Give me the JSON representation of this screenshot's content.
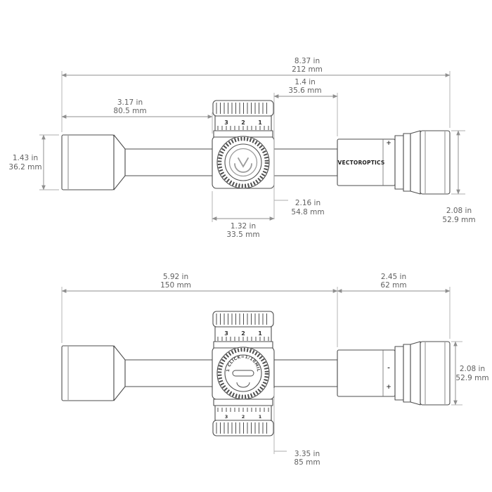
{
  "brand": {
    "logo_text": "VECTOROPTICS"
  },
  "top_view": {
    "turret_scale": [
      "3",
      "2",
      "1"
    ],
    "diopter_plus": "+",
    "dims": {
      "overall_length": {
        "inches": "8.37 in",
        "metric": "212 mm"
      },
      "turret_to_eyepiece": {
        "inches": "1.4 in",
        "metric": "35.6 mm"
      },
      "objective_to_turret": {
        "inches": "3.17 in",
        "metric": "80.5 mm"
      },
      "objective_diameter": {
        "inches": "1.43 in",
        "metric": "36.2 mm"
      },
      "turret_assembly_height": {
        "inches": "2.16 in",
        "metric": "54.8 mm"
      },
      "turret_width": {
        "inches": "1.32 in",
        "metric": "33.5 mm"
      },
      "eyepiece_diameter": {
        "inches": "2.08 in",
        "metric": "52.9 mm"
      }
    }
  },
  "bottom_view": {
    "turret_scale": [
      "3",
      "2",
      "1"
    ],
    "windage_scale": [
      "3",
      "2",
      "1"
    ],
    "click_label": "1 CLICK=1/10MIL",
    "diopter_minus": "-",
    "diopter_plus": "+",
    "dims": {
      "objective_to_eyepiece": {
        "inches": "5.92 in",
        "metric": "150 mm"
      },
      "eyepiece_length": {
        "inches": "2.45 in",
        "metric": "62 mm"
      },
      "eyepiece_diameter": {
        "inches": "2.08 in",
        "metric": "52.9 mm"
      },
      "turret_span": {
        "inches": "3.35 in",
        "metric": "85 mm"
      }
    }
  }
}
